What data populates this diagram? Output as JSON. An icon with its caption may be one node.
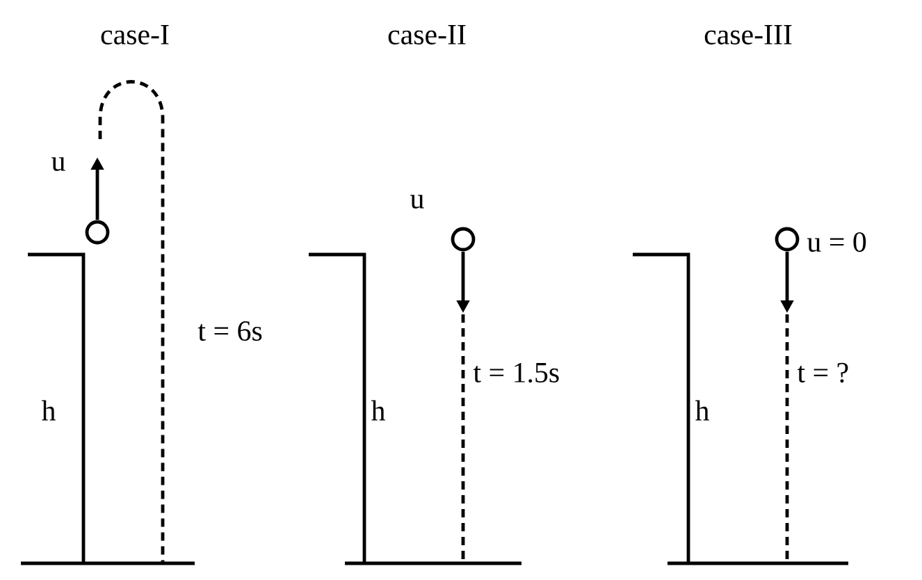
{
  "diagram": {
    "labels": [
      "case-I",
      "case-II",
      "case-III",
      "u",
      "t = 6s",
      "h",
      "u",
      "t = 1.5s",
      "h",
      "u = 0",
      "t = ?",
      "h"
    ]
  }
}
